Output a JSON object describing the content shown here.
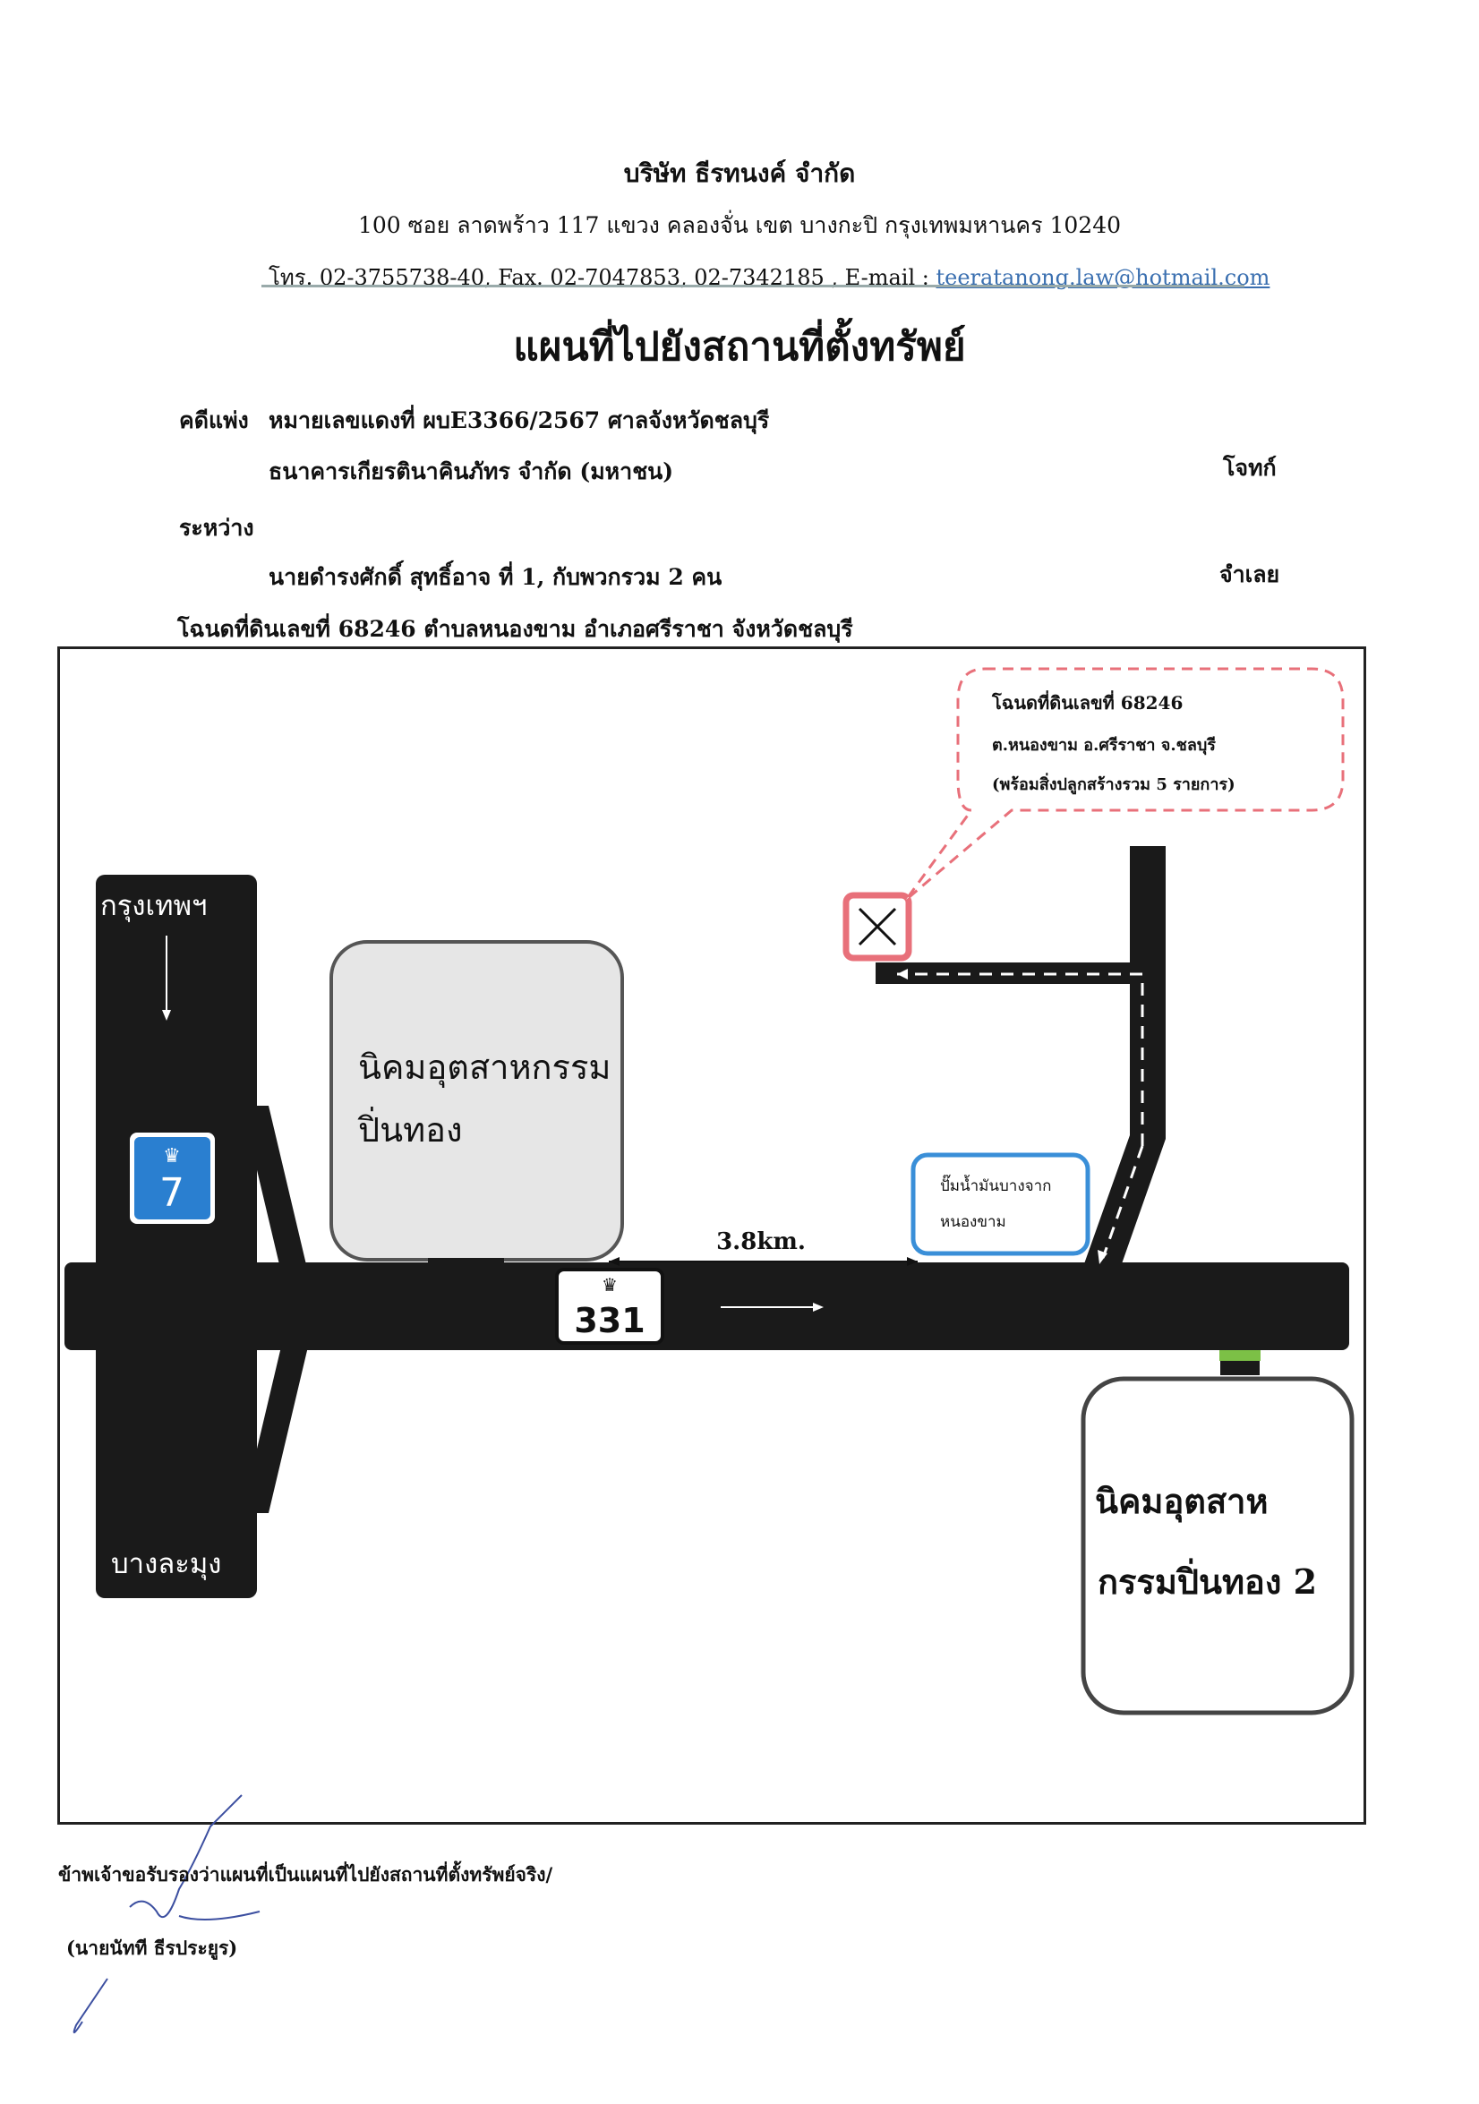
{
  "header": {
    "company": "บริษัท ธีรทนงค์ จำกัด",
    "address": "100 ซอย ลาดพร้าว 117 แขวง คลองจั่น เขต บางกะปิ กรุงเทพมหานคร 10240",
    "contact_prefix": "โทร. 02-3755738-40, Fax. 02-7047853, 02-7342185 , E-mail : ",
    "email": "teeratanong.law@hotmail.com"
  },
  "title": "แผนที่ไปยังสถานที่ตั้งทรัพย์",
  "case": {
    "label": "คดีแพ่ง",
    "text": "หมายเลขแดงที่ ผบE3366/2567 ศาลจังหวัดชลบุรี",
    "plaintiff": "ธนาคารเกียรตินาคินภัทร จำกัด (มหาชน)",
    "plaintiff_role": "โจทก์",
    "between": "ระหว่าง",
    "defendant": "นายดำรงศักดิ์ สุทธิ์อาจ ที่ 1, กับพวกรวม 2 คน",
    "defendant_role": "จำเลย",
    "deed_line": "โฉนดที่ดินเลขที่ 68246 ตำบลหนองขาม อำเภอศรีราชา จังหวัดชลบุรี"
  },
  "map": {
    "callout_line1": "โฉนดที่ดินเลขที่ 68246",
    "callout_line2": "ต.หนองขาม อ.ศรีราชา จ.ชลบุรี",
    "callout_line3": "(พร้อมสิ่งปลูกสร้างรวม 5 รายการ)",
    "road_top_label": "กรุงเทพฯ",
    "road_bottom_label": "บางละมุง",
    "highway_7": "7",
    "highway_331": "331",
    "estate_1_line1": "นิคมอุตสาหกรรม",
    "estate_1_line2": "ปิ่นทอง",
    "estate_2_line1": "นิคมอุตสาห",
    "estate_2_line2": "กรรมปิ่นทอง 2",
    "gas_station_line1": "ปั๊มน้ำมันบางจาก",
    "gas_station_line2": "หนองขาม",
    "distance": "3.8km.",
    "colors": {
      "road": "#1a1a1a",
      "callout": "#e8707a",
      "marker": "#e8707a",
      "gas_station": "#3a8fd8",
      "highway_7_sign": "#2a7fd0",
      "gate": "#7cc046"
    }
  },
  "footer": {
    "certification": "ข้าพเจ้าขอรับรองว่าแผนที่เป็นแผนที่ไปยังสถานที่ตั้งทรัพย์จริง/",
    "signer": "(นายนัทที ธีรประยูร)"
  }
}
